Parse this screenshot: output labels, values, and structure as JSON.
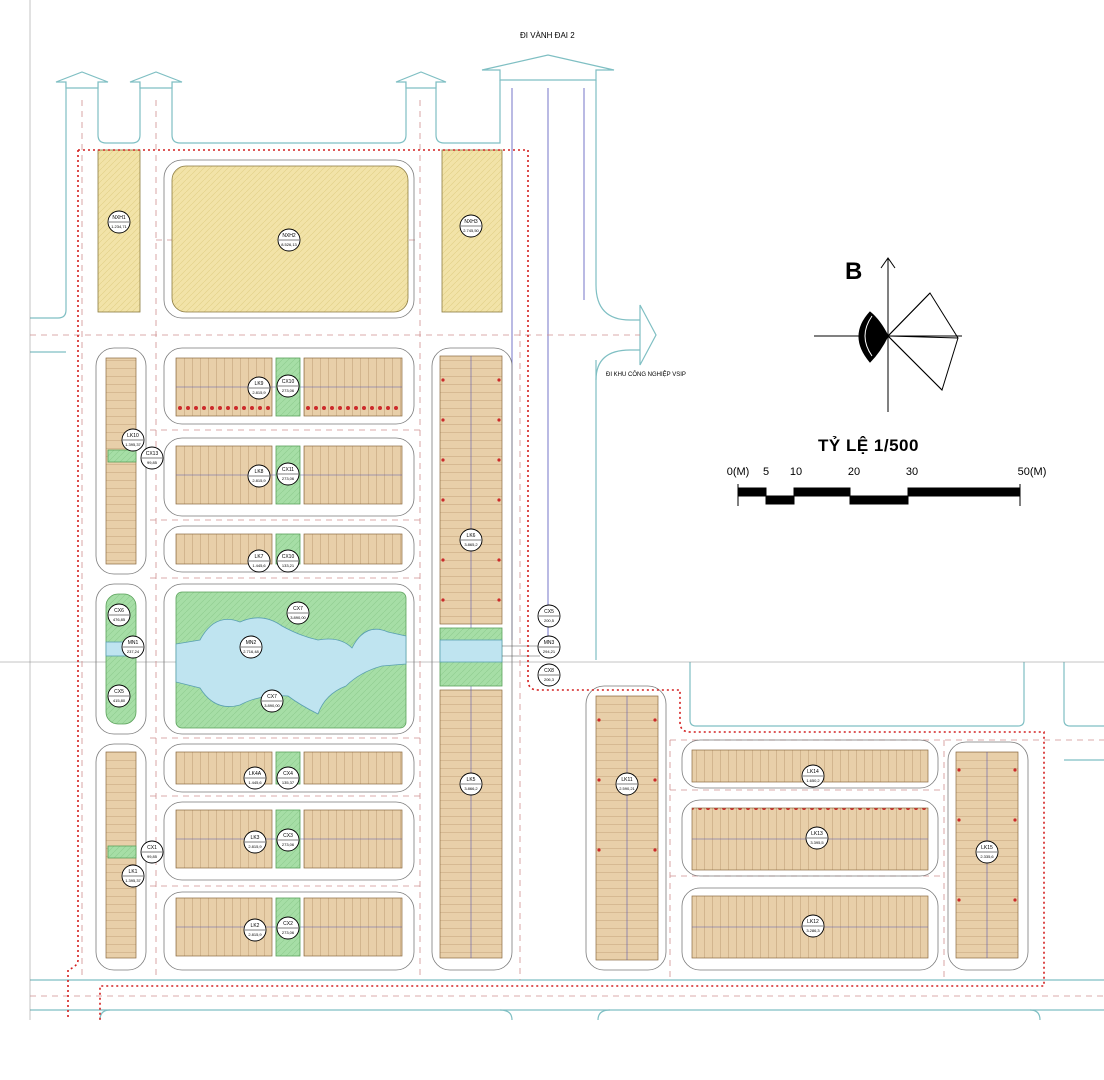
{
  "roads": {
    "top": "ĐI VÀNH ĐAI 2",
    "right": "ĐI KHU CÔNG NGHIỆP VSIP"
  },
  "north_letter": "B",
  "scale": {
    "title": "TỶ LỆ 1/500",
    "ticks": [
      "0(M)",
      "5",
      "10",
      "20",
      "30",
      "50(M)"
    ]
  },
  "colors": {
    "background": "#ffffff",
    "road_edge": "#7fbfc3",
    "yellow_block": "#f2e3a8",
    "lot_fill": "#e8cfa9",
    "green_space": "#a6dea6",
    "water": "#bfe4f0",
    "boundary": "#d42020",
    "lot_marker": "#cc2a2a"
  },
  "blocks": [
    {
      "code": "NXH1",
      "area": "1.234,71"
    },
    {
      "code": "NXH2",
      "area": "8.526,13"
    },
    {
      "code": "NXH3",
      "area": "2.745,50"
    },
    {
      "code": "LK10",
      "area": "1.395,37"
    },
    {
      "code": "CX13",
      "area": "99,85"
    },
    {
      "code": "LK9",
      "area": "2.815,9"
    },
    {
      "code": "CX10",
      "area": "273,06"
    },
    {
      "code": "LK8",
      "area": "2.815,9"
    },
    {
      "code": "CX11",
      "area": "273,06"
    },
    {
      "code": "LK7",
      "area": "1.445,6"
    },
    {
      "code": "CX10",
      "area": "133,21"
    },
    {
      "code": "LK6",
      "area": "3.865,2"
    },
    {
      "code": "CX6",
      "area": "476,85"
    },
    {
      "code": "MN1",
      "area": "237,24"
    },
    {
      "code": "CX5",
      "area": "415,80"
    },
    {
      "code": "CX7",
      "area": "3.890,00"
    },
    {
      "code": "MN2",
      "area": "2.716,48"
    },
    {
      "code": "CX7",
      "area": "3.890,00"
    },
    {
      "code": "CX5",
      "area": "200,5"
    },
    {
      "code": "MN3",
      "area": "294,21"
    },
    {
      "code": "CX8",
      "area": "206,3"
    },
    {
      "code": "LK5",
      "area": "3.866,2"
    },
    {
      "code": "LK4A",
      "area": "1.445,6"
    },
    {
      "code": "CX4",
      "area": "135,37"
    },
    {
      "code": "LK3",
      "area": "2.815,9"
    },
    {
      "code": "CX3",
      "area": "273,06"
    },
    {
      "code": "CX1",
      "area": "99,85"
    },
    {
      "code": "LK1",
      "area": "1.395,37"
    },
    {
      "code": "LK2",
      "area": "2.815,9"
    },
    {
      "code": "CX2",
      "area": "273,06"
    },
    {
      "code": "LK11",
      "area": "2.590,21"
    },
    {
      "code": "LK14",
      "area": "1.650,2"
    },
    {
      "code": "LK13",
      "area": "3.395,5"
    },
    {
      "code": "LK12",
      "area": "3.286,3"
    },
    {
      "code": "LK15",
      "area": "2.335,6"
    }
  ]
}
